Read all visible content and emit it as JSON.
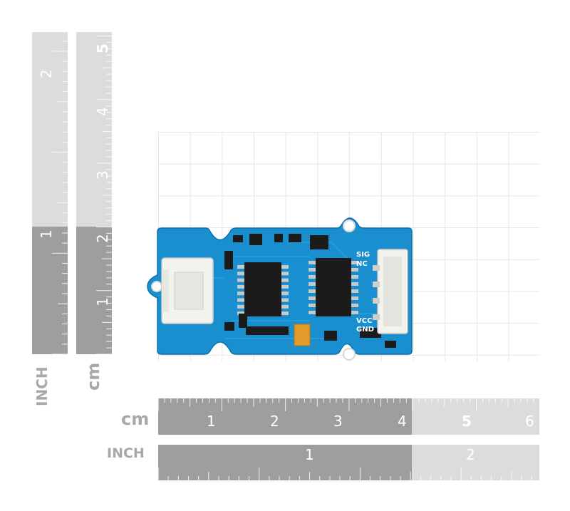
{
  "rulers": {
    "left_inch": {
      "unit_label": "INCH",
      "numbers": [
        "2",
        "1"
      ]
    },
    "left_cm": {
      "unit_label": "cm",
      "numbers": [
        "5",
        "4",
        "3",
        "2",
        "1"
      ]
    },
    "bottom_cm": {
      "unit_label": "cm",
      "numbers": [
        "1",
        "2",
        "3",
        "4",
        "5",
        "6"
      ]
    },
    "bottom_inch": {
      "unit_label": "INCH",
      "numbers": [
        "1",
        "2"
      ]
    }
  },
  "board": {
    "silkscreen": [
      "SIG",
      "NC",
      "VCC",
      "GND"
    ]
  },
  "colors": {
    "ruler_dark": "#9e9e9e",
    "ruler_light": "#dcdcdc",
    "label_gray": "#a8a8a8",
    "pcb_blue": "#1a8fd0",
    "chip_black": "#1b1b1b",
    "connector_white": "#f2f2ee",
    "capacitor_orange": "#e39a2a"
  }
}
